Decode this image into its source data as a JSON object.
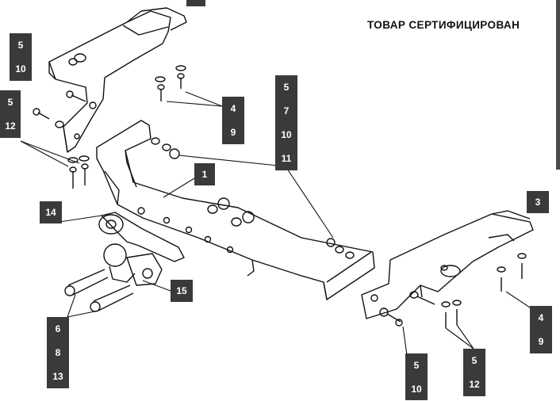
{
  "header": {
    "certified_text": "ТОВАР СЕРТИФИЦИРОВАН"
  },
  "callouts": {
    "c1": "1",
    "c3": "3",
    "c14": "14",
    "c15": "15",
    "stack_top_left": [
      "5",
      "10"
    ],
    "stack_left": [
      "5",
      "12"
    ],
    "stack_center_small": [
      "4",
      "9"
    ],
    "stack_center_tall": [
      "5",
      "7",
      "10",
      "11"
    ],
    "stack_bottom_left": [
      "6",
      "8",
      "13"
    ],
    "stack_right": [
      "4",
      "9"
    ],
    "stack_bottom_mid1": [
      "5",
      "10"
    ],
    "stack_bottom_mid2": [
      "5",
      "12"
    ]
  },
  "colors": {
    "line": "#111111",
    "badge": "#3a3a3a"
  }
}
